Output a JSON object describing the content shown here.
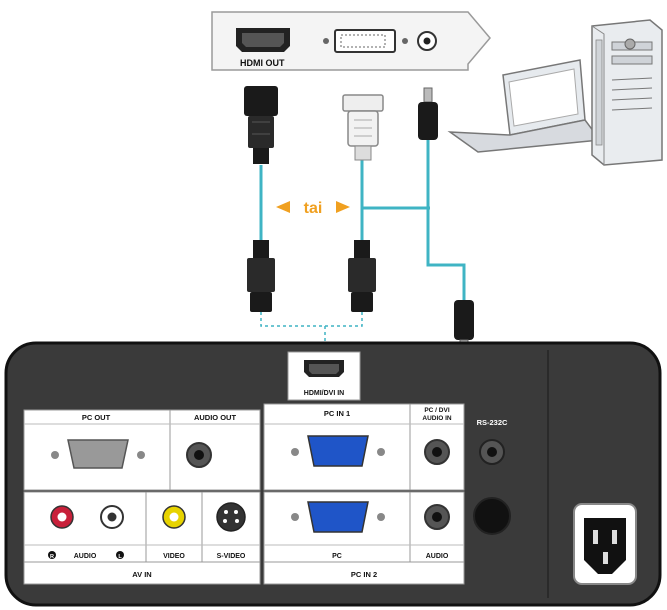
{
  "source_card": {
    "hdmi_out_label": "HDMI OUT"
  },
  "cable_note": {
    "text": "tai"
  },
  "projector_panel": {
    "hdmi_dvi_in_label": "HDMI/DVI IN",
    "pc_out_label": "PC OUT",
    "audio_out_label": "AUDIO OUT",
    "pc_in_1_label": "PC IN 1",
    "pc_dvi_audio_in_label_line1": "PC / DVI",
    "pc_dvi_audio_in_label_line2": "AUDIO IN",
    "rs232c_label": "RS-232C",
    "audio_label": "AUDIO",
    "video_label": "VIDEO",
    "s_video_label": "S-VIDEO",
    "av_in_label": "AV IN",
    "pc_label": "PC",
    "audio2_label": "AUDIO",
    "pc_in_2_label": "PC IN 2",
    "audio_r_mark": "R",
    "audio_l_mark": "L"
  },
  "colors": {
    "panel_bg": "#3a3a3a",
    "label_bg": "#ffffff",
    "cable": "#3fb4c4",
    "arrow_note": "#f0a020",
    "vga_blue": "#1f55c8",
    "rca_red": "#c8203a",
    "rca_yellow": "#e7d300"
  }
}
